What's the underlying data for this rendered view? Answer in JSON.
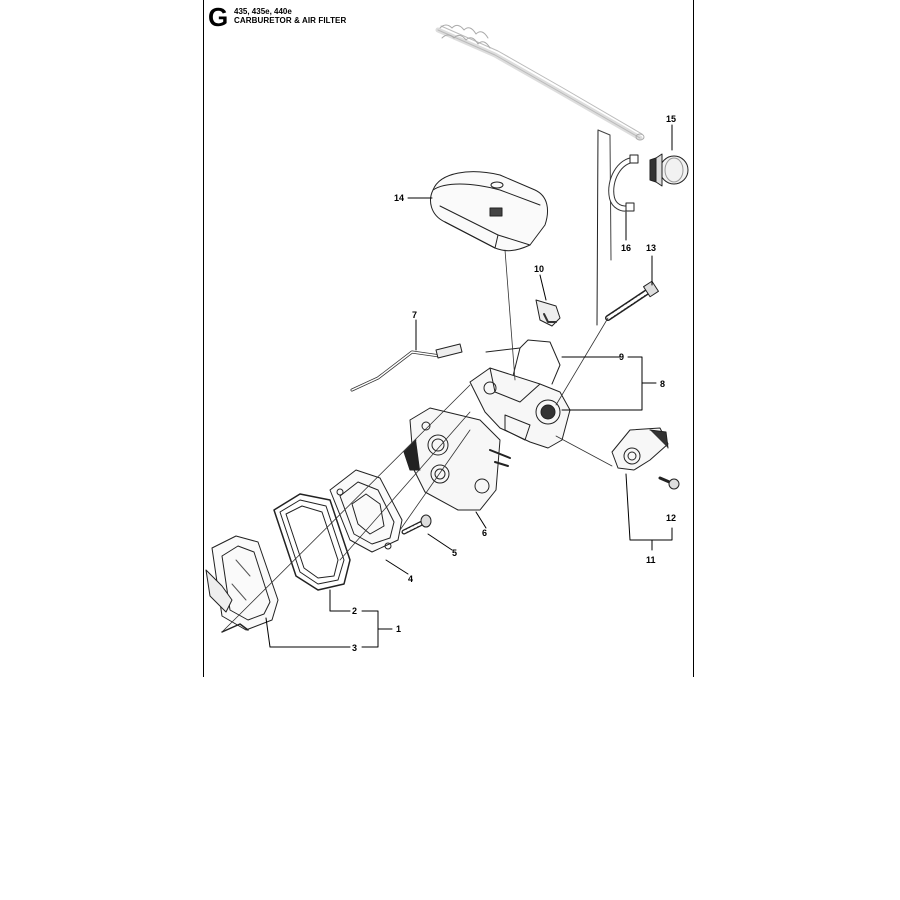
{
  "header": {
    "section_letter": "G",
    "models": "435, 435e, 440e",
    "title": "CARBURETOR & AIR FILTER"
  },
  "callouts": [
    "1",
    "2",
    "3",
    "4",
    "5",
    "6",
    "7",
    "8",
    "9",
    "10",
    "11",
    "12",
    "13",
    "14",
    "15",
    "16"
  ],
  "parts": [
    {
      "id": "throttle-cable",
      "icon": "cable-icon"
    },
    {
      "id": "primer-bulb",
      "icon": "primer-bulb-icon"
    },
    {
      "id": "fuel-line",
      "icon": "hose-icon"
    },
    {
      "id": "air-filter-cover",
      "icon": "cover-icon"
    },
    {
      "id": "clip",
      "icon": "clip-icon"
    },
    {
      "id": "bolt-long",
      "icon": "bolt-icon"
    },
    {
      "id": "choke-rod",
      "icon": "rod-icon"
    },
    {
      "id": "intake-adapter",
      "icon": "adapter-icon"
    },
    {
      "id": "carburetor",
      "icon": "carburetor-icon"
    },
    {
      "id": "flange",
      "icon": "flange-icon"
    },
    {
      "id": "screw",
      "icon": "screw-icon"
    },
    {
      "id": "filter-element",
      "icon": "filter-icon"
    },
    {
      "id": "filter-holder",
      "icon": "holder-icon"
    },
    {
      "id": "control-lever",
      "icon": "lever-icon"
    },
    {
      "id": "small-screw",
      "icon": "screw-icon"
    }
  ]
}
